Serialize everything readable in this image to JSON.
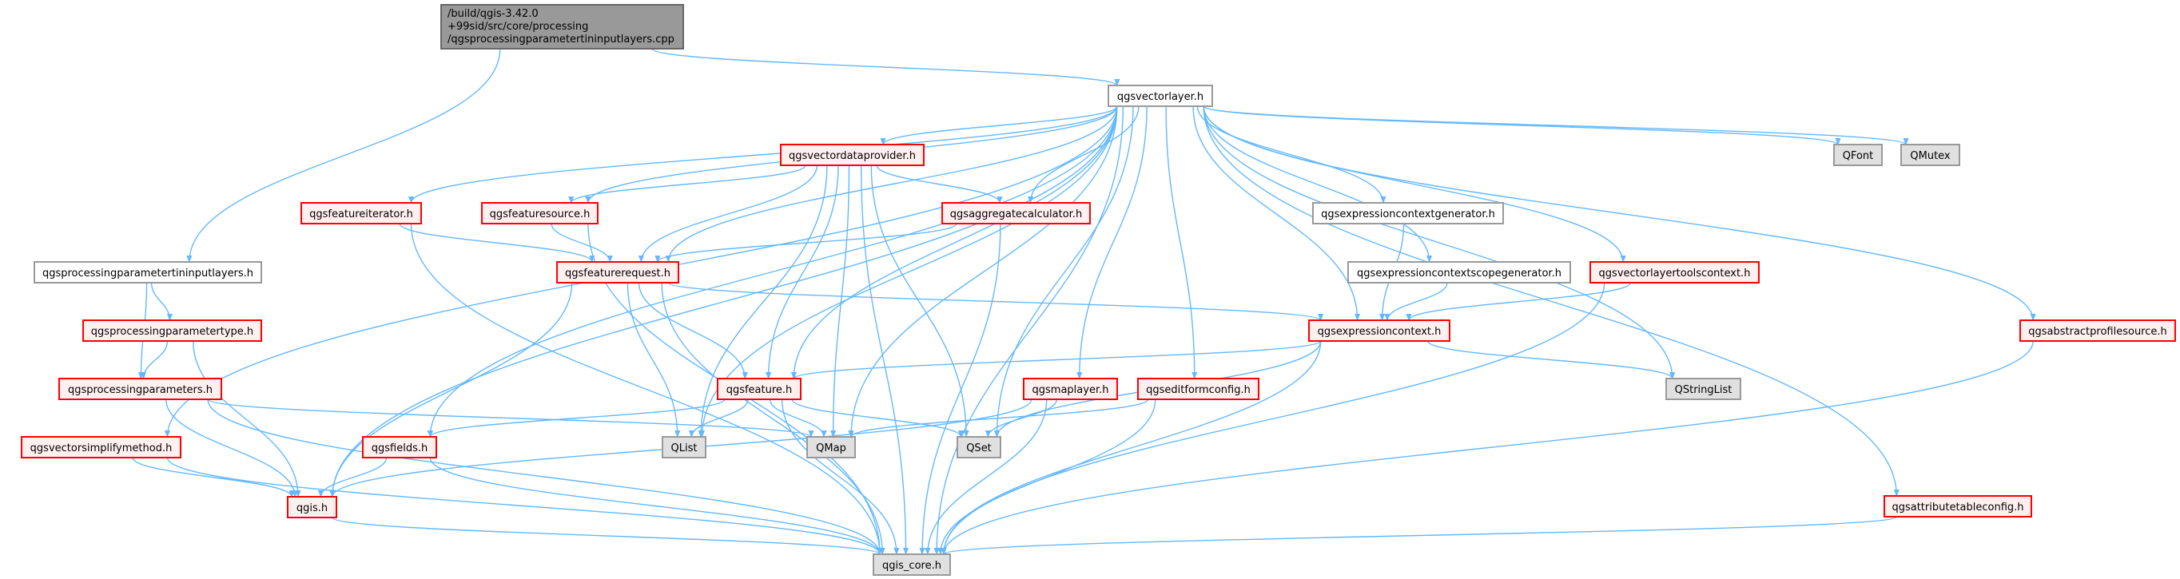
{
  "graph": {
    "type": "include-dependency-graph",
    "root": {
      "id": "cpp",
      "lines": [
        "/build/qgis-3.42.0",
        "+99sid/src/core/processing",
        "/qgsprocessingparametertininputlayers.cpp"
      ]
    },
    "colors": {
      "edge": "#63b8ff",
      "root_fill": "#999999",
      "root_border": "#666666",
      "documented_fill": "#ffffff",
      "documented_border": "#999999",
      "truncated_fill": "#fff0f0",
      "truncated_border": "#ff0000",
      "external_fill": "#e0e0e0",
      "external_border": "#999999"
    },
    "nodes": [
      {
        "id": "vectorlayer",
        "label": "qgsvectorlayer.h",
        "kind": "documented"
      },
      {
        "id": "tininput",
        "label": "qgsprocessingparametertininputlayers.h",
        "kind": "documented"
      },
      {
        "id": "vdp",
        "label": "qgsvectordataprovider.h",
        "kind": "truncated"
      },
      {
        "id": "featureiterator",
        "label": "qgsfeatureiterator.h",
        "kind": "truncated"
      },
      {
        "id": "featuresource",
        "label": "qgsfeaturesource.h",
        "kind": "truncated"
      },
      {
        "id": "aggregate",
        "label": "qgsaggregatecalculator.h",
        "kind": "truncated"
      },
      {
        "id": "exprctxgen",
        "label": "qgsexpressioncontextgenerator.h",
        "kind": "documented"
      },
      {
        "id": "featurerequest",
        "label": "qgsfeaturerequest.h",
        "kind": "truncated"
      },
      {
        "id": "scopegen",
        "label": "qgsexpressioncontextscopegenerator.h",
        "kind": "documented"
      },
      {
        "id": "toolsctx",
        "label": "qgsvectorlayertoolscontext.h",
        "kind": "truncated"
      },
      {
        "id": "qfont",
        "label": "QFont",
        "kind": "external"
      },
      {
        "id": "qmutex",
        "label": "QMutex",
        "kind": "external"
      },
      {
        "id": "paramtype",
        "label": "qgsprocessingparametertype.h",
        "kind": "truncated"
      },
      {
        "id": "exprctx",
        "label": "qgsexpressioncontext.h",
        "kind": "truncated"
      },
      {
        "id": "profilesource",
        "label": "qgsabstractprofilesource.h",
        "kind": "truncated"
      },
      {
        "id": "params",
        "label": "qgsprocessingparameters.h",
        "kind": "truncated"
      },
      {
        "id": "feature",
        "label": "qgsfeature.h",
        "kind": "truncated"
      },
      {
        "id": "maplayer",
        "label": "qgsmaplayer.h",
        "kind": "truncated"
      },
      {
        "id": "editform",
        "label": "qgseditformconfig.h",
        "kind": "truncated"
      },
      {
        "id": "qstringlist",
        "label": "QStringList",
        "kind": "external"
      },
      {
        "id": "simplify",
        "label": "qgsvectorsimplifymethod.h",
        "kind": "truncated"
      },
      {
        "id": "fields",
        "label": "qgsfields.h",
        "kind": "truncated"
      },
      {
        "id": "qlist",
        "label": "QList",
        "kind": "external"
      },
      {
        "id": "qmap",
        "label": "QMap",
        "kind": "external"
      },
      {
        "id": "qset",
        "label": "QSet",
        "kind": "external"
      },
      {
        "id": "attrtable",
        "label": "qgsattributetableconfig.h",
        "kind": "truncated"
      },
      {
        "id": "qgis",
        "label": "qgis.h",
        "kind": "truncated"
      },
      {
        "id": "qgiscore",
        "label": "qgis_core.h",
        "kind": "external"
      }
    ],
    "edges": [
      [
        "cpp",
        "vectorlayer"
      ],
      [
        "cpp",
        "tininput"
      ],
      [
        "tininput",
        "paramtype"
      ],
      [
        "tininput",
        "params"
      ],
      [
        "paramtype",
        "params"
      ],
      [
        "paramtype",
        "qgis"
      ],
      [
        "params",
        "qgiscore"
      ],
      [
        "params",
        "qgis"
      ],
      [
        "params",
        "qmap"
      ],
      [
        "vectorlayer",
        "vdp"
      ],
      [
        "vectorlayer",
        "featureiterator"
      ],
      [
        "vectorlayer",
        "featuresource"
      ],
      [
        "vectorlayer",
        "aggregate"
      ],
      [
        "vectorlayer",
        "exprctxgen"
      ],
      [
        "vectorlayer",
        "featurerequest"
      ],
      [
        "vectorlayer",
        "scopegen"
      ],
      [
        "vectorlayer",
        "toolsctx"
      ],
      [
        "vectorlayer",
        "qfont"
      ],
      [
        "vectorlayer",
        "qmutex"
      ],
      [
        "vectorlayer",
        "exprctx"
      ],
      [
        "vectorlayer",
        "profilesource"
      ],
      [
        "vectorlayer",
        "feature"
      ],
      [
        "vectorlayer",
        "maplayer"
      ],
      [
        "vectorlayer",
        "editform"
      ],
      [
        "vectorlayer",
        "qstringlist"
      ],
      [
        "vectorlayer",
        "simplify"
      ],
      [
        "vectorlayer",
        "fields"
      ],
      [
        "vectorlayer",
        "qlist"
      ],
      [
        "vectorlayer",
        "qmap"
      ],
      [
        "vectorlayer",
        "qset"
      ],
      [
        "vectorlayer",
        "attrtable"
      ],
      [
        "vectorlayer",
        "qgis"
      ],
      [
        "vectorlayer",
        "qgiscore"
      ],
      [
        "vdp",
        "featuresource"
      ],
      [
        "vdp",
        "featurerequest"
      ],
      [
        "vdp",
        "aggregate"
      ],
      [
        "vdp",
        "feature"
      ],
      [
        "vdp",
        "qlist"
      ],
      [
        "vdp",
        "qmap"
      ],
      [
        "vdp",
        "qset"
      ],
      [
        "vdp",
        "qgiscore"
      ],
      [
        "featureiterator",
        "featurerequest"
      ],
      [
        "featureiterator",
        "qgiscore"
      ],
      [
        "featuresource",
        "featurerequest"
      ],
      [
        "featuresource",
        "qgiscore"
      ],
      [
        "aggregate",
        "featurerequest"
      ],
      [
        "aggregate",
        "qgiscore"
      ],
      [
        "exprctxgen",
        "exprctx"
      ],
      [
        "scopegen",
        "exprctx"
      ],
      [
        "toolsctx",
        "exprctx"
      ],
      [
        "toolsctx",
        "qgiscore"
      ],
      [
        "featurerequest",
        "exprctx"
      ],
      [
        "featurerequest",
        "feature"
      ],
      [
        "featurerequest",
        "qlist"
      ],
      [
        "featurerequest",
        "qgis"
      ],
      [
        "featurerequest",
        "qgiscore"
      ],
      [
        "exprctx",
        "feature"
      ],
      [
        "exprctx",
        "qstringlist"
      ],
      [
        "exprctx",
        "qset"
      ],
      [
        "exprctx",
        "qgiscore"
      ],
      [
        "feature",
        "fields"
      ],
      [
        "feature",
        "qlist"
      ],
      [
        "feature",
        "qmap"
      ],
      [
        "feature",
        "qset"
      ],
      [
        "feature",
        "qgiscore"
      ],
      [
        "maplayer",
        "qset"
      ],
      [
        "maplayer",
        "qgis"
      ],
      [
        "maplayer",
        "qgiscore"
      ],
      [
        "editform",
        "qmap"
      ],
      [
        "editform",
        "qgiscore"
      ],
      [
        "fields",
        "qgis"
      ],
      [
        "fields",
        "qgiscore"
      ],
      [
        "simplify",
        "qgis"
      ],
      [
        "simplify",
        "qgiscore"
      ],
      [
        "qgis",
        "qgiscore"
      ],
      [
        "profilesource",
        "qgiscore"
      ],
      [
        "attrtable",
        "qgiscore"
      ]
    ]
  }
}
